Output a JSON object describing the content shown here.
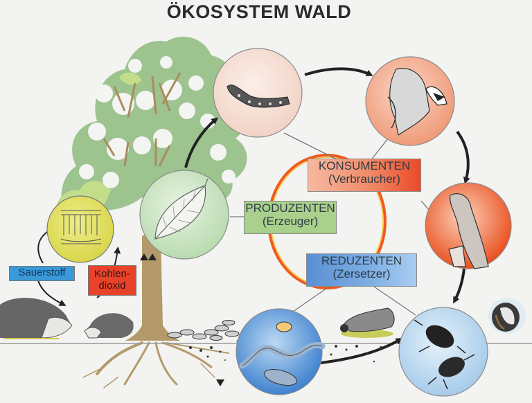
{
  "title": "ÖKOSYSTEM  WALD",
  "groups": {
    "konsumenten": {
      "name": "KONSUMENTEN",
      "subtitle": "(Verbraucher)",
      "color": "#ee6a45"
    },
    "produzenten": {
      "name": "PRODUZENTEN",
      "subtitle": "(Erzeuger)",
      "color": "#a9d08c"
    },
    "reduzenten": {
      "name": "REDUZENTEN",
      "subtitle": "(Zersetzer)",
      "color": "#6fa3dc"
    }
  },
  "gas_labels": {
    "oxygen": {
      "text": "Sauerstoff",
      "color": "#3a9ad9"
    },
    "co2_line1": "Kohlen-",
    "co2_line2": "dioxid",
    "co2_color": "#e8432a"
  },
  "circles": [
    {
      "id": "leaf-cell",
      "depicts": "leaf-cross-section",
      "color": "#e4e35a"
    },
    {
      "id": "leaf",
      "depicts": "beech-leaf",
      "color": "#cfe6c4"
    },
    {
      "id": "caterpillar",
      "depicts": "caterpillar",
      "color": "#f6ddd2"
    },
    {
      "id": "tit",
      "depicts": "songbird",
      "color": "#f2a98a"
    },
    {
      "id": "falcon",
      "depicts": "kestrel",
      "color": "#ee6a3a"
    },
    {
      "id": "beetles",
      "depicts": "beetles",
      "color": "#bcd9ef"
    },
    {
      "id": "soil-animals",
      "depicts": "earthworm-mite-springtail",
      "color": "#6ea7dd"
    }
  ],
  "colors": {
    "tree_foliage": "#9dc38f",
    "tree_light": "#c4dd8a",
    "trunk": "#b49a6a",
    "ring": "#ef5a1e"
  }
}
